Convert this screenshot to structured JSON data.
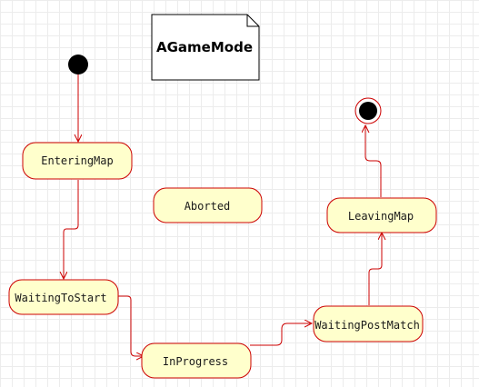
{
  "diagram": {
    "note": "AGameMode",
    "states": {
      "entering_map": "EnteringMap",
      "aborted": "Aborted",
      "waiting_to_start": "WaitingToStart",
      "in_progress": "InProgress",
      "waiting_post_match": "WaitingPostMatch",
      "leaving_map": "LeavingMap"
    }
  },
  "colors": {
    "state_fill": "#ffffcc",
    "state_stroke": "#cc0000",
    "transition": "#cc0000",
    "initial_node": "#000000",
    "note_fill": "#ffffff",
    "note_stroke": "#000000"
  },
  "icons": {
    "initial": "filled-circle",
    "final": "bullseye-circle",
    "note": "dog-ear-note"
  }
}
